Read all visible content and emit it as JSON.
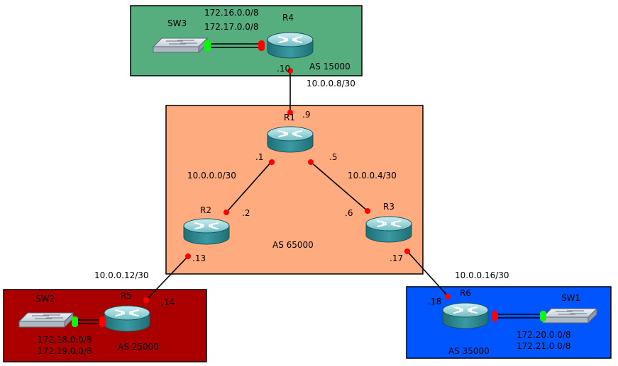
{
  "areas": {
    "as15000": {
      "label": "AS 15000",
      "color": "#56ad7d"
    },
    "as65000": {
      "label": "AS 65000",
      "color": "#ffab80"
    },
    "as25000": {
      "label": "AS 25000",
      "color": "#aa0000"
    },
    "as35000": {
      "label": "AS 35000",
      "color": "#0055ff"
    }
  },
  "routers": {
    "r1": {
      "label": "R1"
    },
    "r2": {
      "label": "R2"
    },
    "r3": {
      "label": "R3"
    },
    "r4": {
      "label": "R4"
    },
    "r5": {
      "label": "R5"
    },
    "r6": {
      "label": "R6"
    }
  },
  "switches": {
    "sw1": {
      "label": "SW1"
    },
    "sw2": {
      "label": "SW2"
    },
    "sw3": {
      "label": "SW3"
    }
  },
  "networks": {
    "r1_r4": "10.0.0.8/30",
    "r1_r2": "10.0.0.0/30",
    "r1_r3": "10.0.0.4/30",
    "r2_r5": "10.0.0.12/30",
    "r3_r6": "10.0.0.16/30",
    "r4_lan1": "172.16.0.0/8",
    "r4_lan2": "172.17.0.0/8",
    "r5_lan1": "172.18.0.0/8",
    "r5_lan2": "172.19.0.0/8",
    "r6_lan1": "172.20.0.0/8",
    "r6_lan2": "172.21.0.0/8"
  },
  "interfaces": {
    "r4_down": ".10",
    "r1_up": ".9",
    "r1_left": ".1",
    "r1_right": ".5",
    "r2_up": ".2",
    "r2_down": ".13",
    "r3_up": ".6",
    "r3_down": ".17",
    "r5_up": ".14",
    "r6_up": ".18"
  },
  "colors": {
    "router_body": "#2f8d95",
    "router_top": "#9ed3d9",
    "switch_body": "#b9c3cf",
    "port_red": "#ff0000",
    "port_green": "#00ff00",
    "link": "#000000"
  },
  "icons": {
    "router": "router-icon",
    "switch": "switch-icon"
  }
}
